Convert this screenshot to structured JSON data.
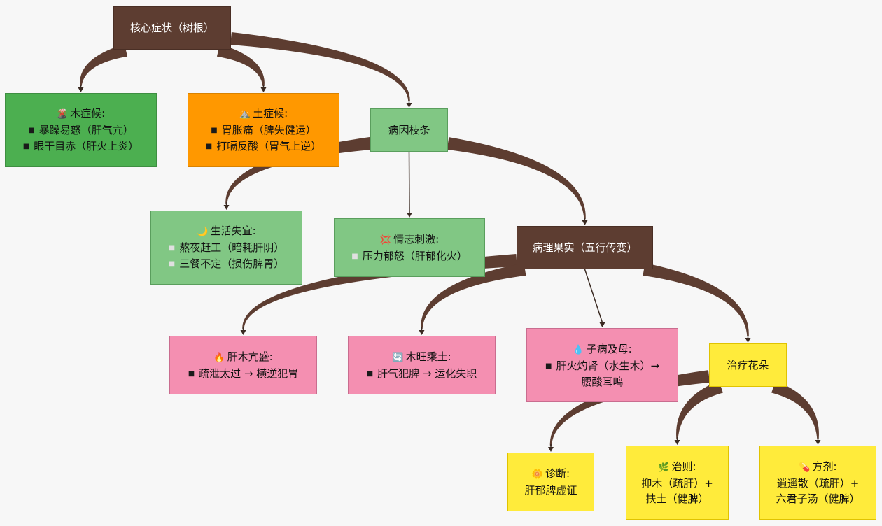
{
  "nodes": {
    "core": {
      "label": "核心症状（树根）"
    },
    "wood": {
      "icon": "🌋",
      "title": "木症候:",
      "items": [
        "暴躁易怒（肝气亢）",
        "眼干目赤（肝火上炎）"
      ]
    },
    "earth": {
      "icon": "⛰️",
      "title": "土症候:",
      "items": [
        "胃胀痛（脾失健运）",
        "打嗝反酸（胃气上逆）"
      ]
    },
    "cause": {
      "label": "病因枝条"
    },
    "life": {
      "icon": "🌙",
      "title": "生活失宜:",
      "items": [
        "熬夜赶工（暗耗肝阴）",
        "三餐不定（损伤脾胃）"
      ]
    },
    "emotion": {
      "icon": "💢",
      "title": "情志刺激:",
      "items": [
        "压力郁怒（肝郁化火）"
      ]
    },
    "patho": {
      "label": "病理果实（五行传变）"
    },
    "liver_excess": {
      "icon": "🔥",
      "title": "肝木亢盛:",
      "items": [
        "疏泄太过 → 横逆犯胃"
      ]
    },
    "wood_earth": {
      "icon": "🔄",
      "title": "木旺乘土:",
      "items": [
        "肝气犯脾 → 运化失职"
      ]
    },
    "child_mother": {
      "icon": "💧",
      "title": "子病及母:",
      "items": [
        "肝火灼肾（水生木）→"
      ],
      "line2": "腰酸耳鸣"
    },
    "treat": {
      "label": "治疗花朵"
    },
    "diagnosis": {
      "icon": "🌼",
      "title": "诊断:",
      "line2": "肝郁脾虚证"
    },
    "principle": {
      "icon": "🌿",
      "title": "治则:",
      "line2": "抑木（疏肝）+",
      "line3": "扶土（健脾）"
    },
    "formula": {
      "icon": "💊",
      "title": "方剂:",
      "line2": "逍遥散（疏肝）+",
      "line3": "六君子汤（健脾）"
    }
  },
  "edges": [
    {
      "from": "core",
      "to": "wood",
      "kind": "thick"
    },
    {
      "from": "core",
      "to": "earth",
      "kind": "thick"
    },
    {
      "from": "core",
      "to": "cause",
      "kind": "thick"
    },
    {
      "from": "cause",
      "to": "life",
      "kind": "thick"
    },
    {
      "from": "cause",
      "to": "emotion",
      "kind": "thin"
    },
    {
      "from": "cause",
      "to": "patho",
      "kind": "thick"
    },
    {
      "from": "patho",
      "to": "liver_excess",
      "kind": "thick"
    },
    {
      "from": "patho",
      "to": "wood_earth",
      "kind": "thick"
    },
    {
      "from": "patho",
      "to": "child_mother",
      "kind": "thin"
    },
    {
      "from": "patho",
      "to": "treat",
      "kind": "thick"
    },
    {
      "from": "treat",
      "to": "diagnosis",
      "kind": "thick"
    },
    {
      "from": "treat",
      "to": "principle",
      "kind": "thick"
    },
    {
      "from": "treat",
      "to": "formula",
      "kind": "thick"
    }
  ],
  "colors": {
    "edge": "#5d3d31",
    "bullet_dark": "#1a1a1a",
    "bullet_light": "#e0e0e0"
  }
}
